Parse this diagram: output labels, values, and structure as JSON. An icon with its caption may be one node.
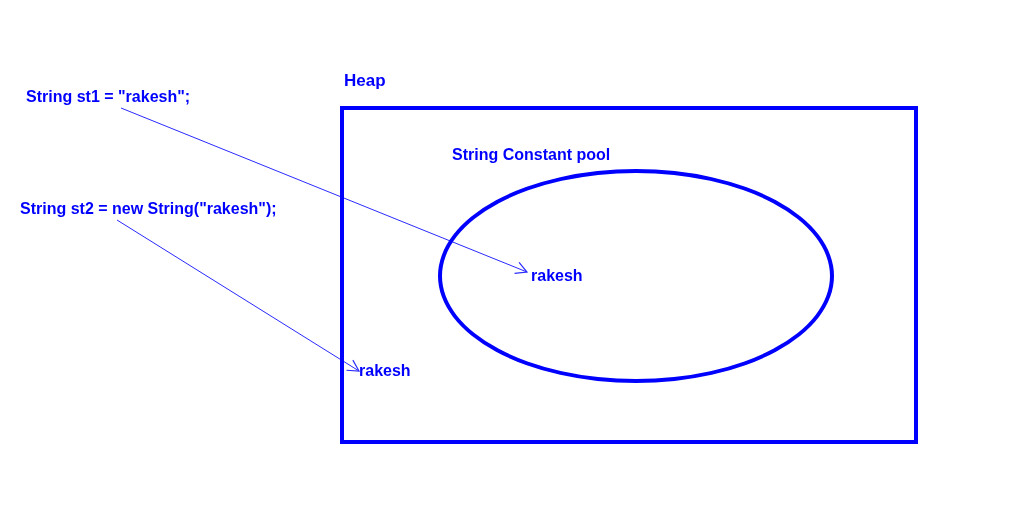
{
  "diagram": {
    "nodes": [
      {
        "text": [
          "String st1 = \"rakesh\";"
        ]
      },
      {
        "text": [
          "String st2 = new String(\"rakesh\");"
        ]
      },
      {
        "text": [
          "Heap"
        ]
      },
      {
        "text": [
          "String Constant pool"
        ],
        "in": 2
      },
      {
        "text": [
          "rakesh"
        ],
        "in": 3
      },
      {
        "text": [
          "rakesh"
        ],
        "in": 2
      }
    ],
    "edges": [
      {
        "from": 0,
        "to": 4,
        "arrow": "to"
      },
      {
        "from": 1,
        "to": 5,
        "arrow": "to"
      }
    ]
  }
}
